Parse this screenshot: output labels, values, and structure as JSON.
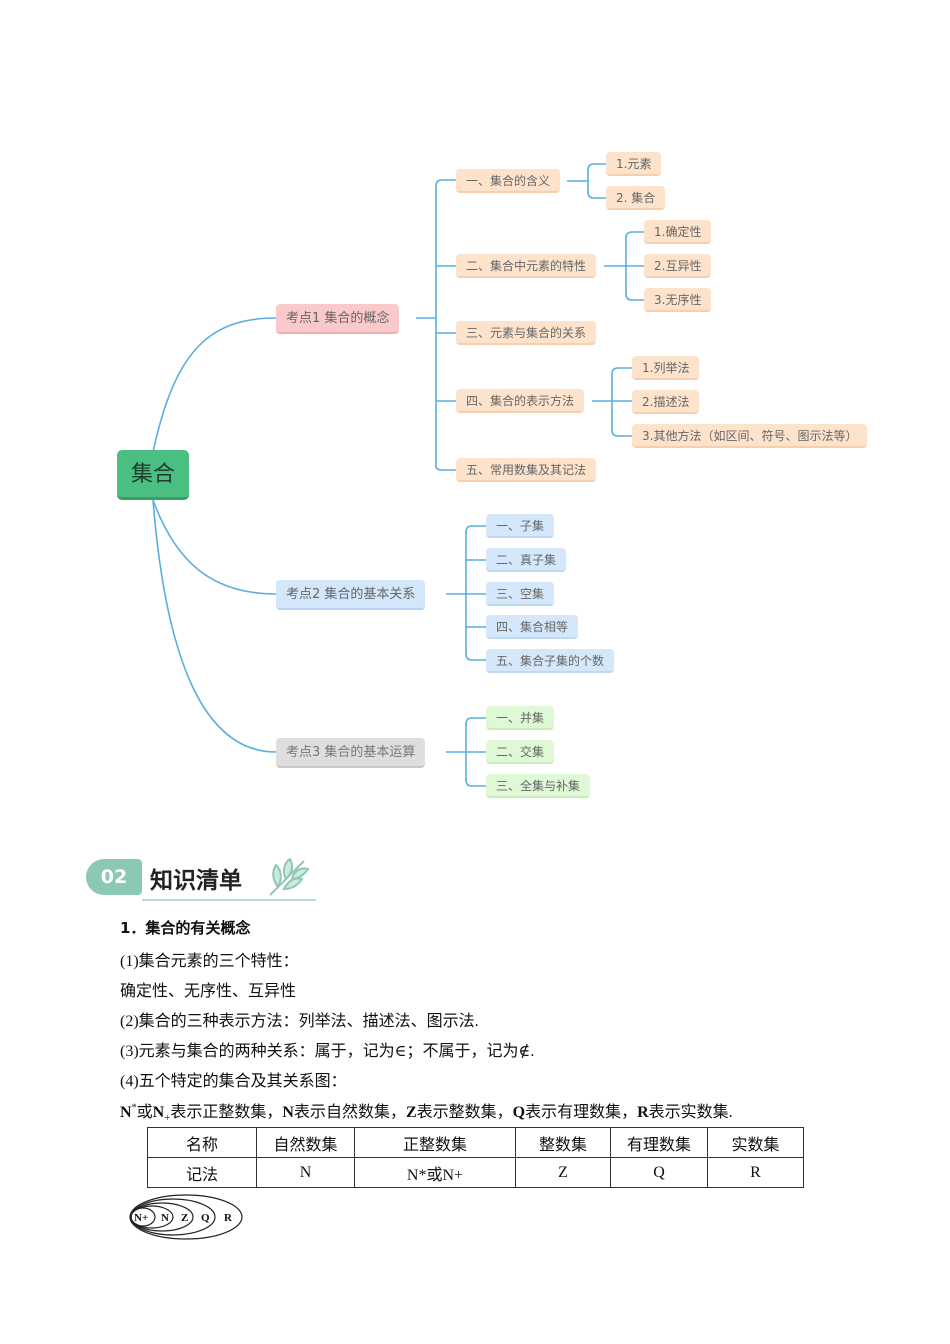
{
  "mindmap": {
    "root": "集合",
    "topic1": {
      "label": "考点1 集合的概念",
      "items": [
        {
          "label": "一、集合的含义",
          "children": [
            "1.元素",
            "2. 集合"
          ]
        },
        {
          "label": "二、集合中元素的特性",
          "children": [
            "1.确定性",
            "2.互异性",
            "3.无序性"
          ]
        },
        {
          "label": "三、元素与集合的关系",
          "children": []
        },
        {
          "label": "四、集合的表示方法",
          "children": [
            "1.列举法",
            "2.描述法",
            "3.其他方法（如区间、符号、图示法等）"
          ]
        },
        {
          "label": "五、常用数集及其记法",
          "children": []
        }
      ]
    },
    "topic2": {
      "label": "考点2 集合的基本关系",
      "items": [
        "一、子集",
        "二、真子集",
        "三、空集",
        "四、集合相等",
        "五、集合子集的个数"
      ]
    },
    "topic3": {
      "label": "考点3 集合的基本运算",
      "items": [
        "一、并集",
        "二、交集",
        "三、全集与补集"
      ]
    },
    "colors": {
      "line": "#5aaee0",
      "root": "#4bbf82",
      "topic1": "#fac9cc",
      "topic2": "#d3e6fa",
      "topic3": "#dedede"
    }
  },
  "section": {
    "number": "02",
    "title": "知识清单"
  },
  "content": {
    "heading": "1．集合的有关概念",
    "p1": "(1)集合元素的三个特性：",
    "p2": "确定性、无序性、互异性",
    "p3": "(2)集合的三种表示方法：列举法、描述法、图示法.",
    "p4": "(3)元素与集合的两种关系：属于，记为∈；不属于，记为∉.",
    "p5": "(4)五个特定的集合及其关系图：",
    "p6": {
      "nstar": "N",
      "sup": "*",
      "or1": "或",
      "nplus": "N",
      "sub": "+",
      "t1": "表示正整数集，",
      "n": "N",
      "t2": "表示自然数集，",
      "z": "Z",
      "t3": "表示整数集，",
      "q": "Q",
      "t4": "表示有理数集，",
      "r": "R",
      "t5": "表示实数集."
    }
  },
  "table": {
    "row1": [
      "名称",
      "自然数集",
      "正整数集",
      "整数集",
      "有理数集",
      "实数集"
    ],
    "row2": [
      "记法",
      "N",
      "N*或N+",
      "Z",
      "Q",
      "R"
    ]
  },
  "venn": [
    "N+",
    "N",
    "Z",
    "Q",
    "R"
  ]
}
